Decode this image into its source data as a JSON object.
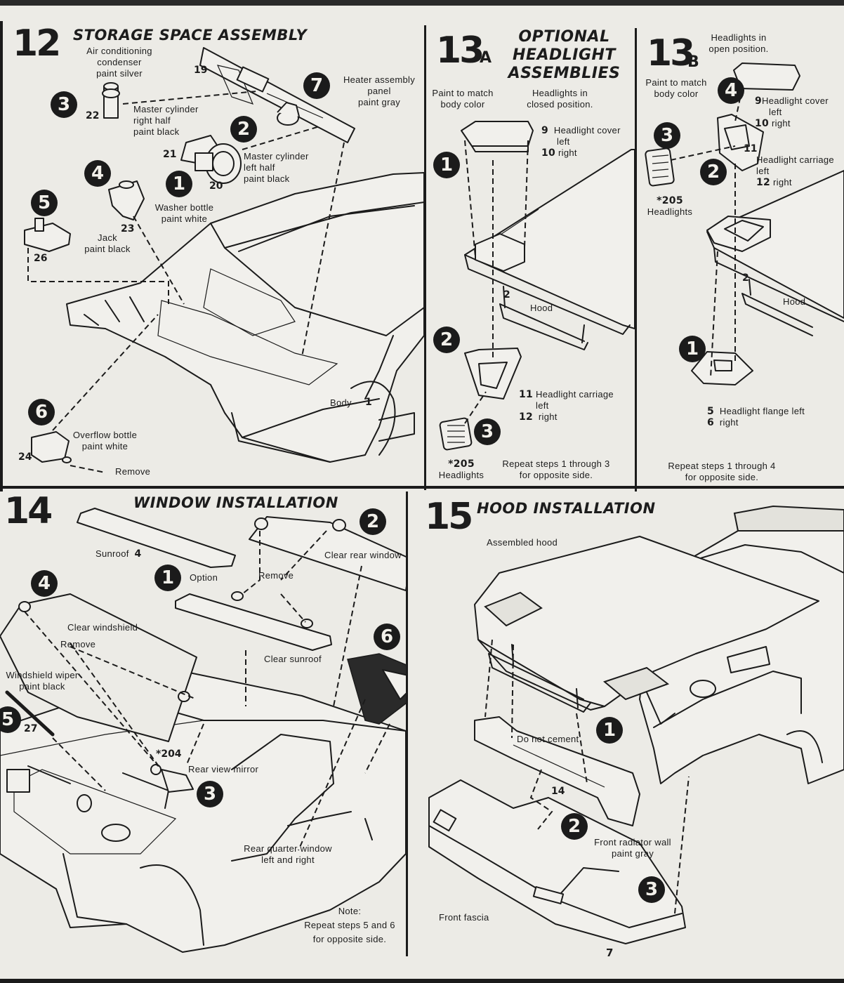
{
  "step12": {
    "number": "12",
    "title": "STORAGE SPACE ASSEMBLY",
    "labels": {
      "ac_condenser": [
        "Air conditioning",
        "condenser",
        "paint silver"
      ],
      "master_cyl_right": [
        "Master cylinder",
        "right half",
        "paint black"
      ],
      "master_cyl_left": [
        "Master cylinder",
        "left half",
        "paint black"
      ],
      "heater": [
        "Heater assembly",
        "panel",
        "paint gray"
      ],
      "washer": [
        "Washer bottle",
        "paint white"
      ],
      "jack": [
        "Jack",
        "paint black"
      ],
      "overflow": [
        "Overflow bottle",
        "paint white"
      ],
      "remove": "Remove",
      "body": "Body"
    },
    "part_numbers": {
      "p19": "19",
      "p22": "22",
      "p21": "21",
      "p20": "20",
      "p23": "23",
      "p26": "26",
      "p24": "24",
      "p1": "1"
    },
    "badges": [
      "1",
      "2",
      "3",
      "4",
      "5",
      "6",
      "7"
    ]
  },
  "step13a": {
    "number": "13",
    "suffix": "A",
    "title": [
      "OPTIONAL",
      "HEADLIGHT",
      "ASSEMBLIES"
    ],
    "paint_note": [
      "Paint to match",
      "body color"
    ],
    "closed_note": [
      "Headlights in",
      "closed position."
    ],
    "cover_num": "9",
    "cover_label": "Headlight cover",
    "left": "left",
    "cover_right_num": "10",
    "right": "right",
    "carriage_num": "11",
    "carriage_label": "Headlight carriage",
    "carriage_right_num": "12",
    "hood_num": "2",
    "hood": "Hood",
    "headlights_num": "*205",
    "headlights": "Headlights",
    "repeat": [
      "Repeat steps 1 through 3",
      "for opposite side."
    ],
    "badges": [
      "1",
      "2",
      "3"
    ]
  },
  "step13b": {
    "number": "13",
    "suffix": "B",
    "open_note": [
      "Headlights in",
      "open position."
    ],
    "paint_note": [
      "Paint to match",
      "body color"
    ],
    "cover_num": "9",
    "cover_label": "Headlight cover",
    "left": "left",
    "cover_right_num": "10",
    "right": "right",
    "carriage_num": "11",
    "carriage_label": "Headlight carriage",
    "carriage_right_num": "12",
    "headlights_num": "*205",
    "headlights": "Headlights",
    "hood_num": "2",
    "hood": "Hood",
    "flange_num": "5",
    "flange_label": "Headlight flange left",
    "flange_right_num": "6",
    "repeat": [
      "Repeat steps 1 through 4",
      "for opposite side."
    ],
    "badges": [
      "1",
      "2",
      "3",
      "4"
    ]
  },
  "step14": {
    "number": "14",
    "title": "WINDOW INSTALLATION",
    "sunroof": "Sunroof",
    "sunroof_num": "4",
    "option": "Option",
    "remove": "Remove",
    "clear_rear_window": "Clear rear window",
    "clear_windshield": "Clear windshield",
    "clear_sunroof": "Clear sunroof",
    "wiper": [
      "Windshield wiper",
      "paint black"
    ],
    "wiper_num": "27",
    "mirror_num": "*204",
    "rear_view_mirror": "Rear view mirror",
    "rear_quarter": [
      "Rear quarter window",
      "left and right"
    ],
    "note_title": "Note:",
    "note": [
      "Repeat steps 5 and 6",
      "for opposite side."
    ],
    "badges": [
      "1",
      "2",
      "3",
      "4",
      "5",
      "6"
    ]
  },
  "step15": {
    "number": "15",
    "title": "HOOD INSTALLATION",
    "assembled_hood": "Assembled hood",
    "do_not_cement": "Do not cement",
    "part14": "14",
    "radiator_wall": [
      "Front radiator wall",
      "paint gray"
    ],
    "front_fascia": "Front fascia",
    "badges": [
      "1",
      "2",
      "3"
    ]
  },
  "page_number": "7"
}
